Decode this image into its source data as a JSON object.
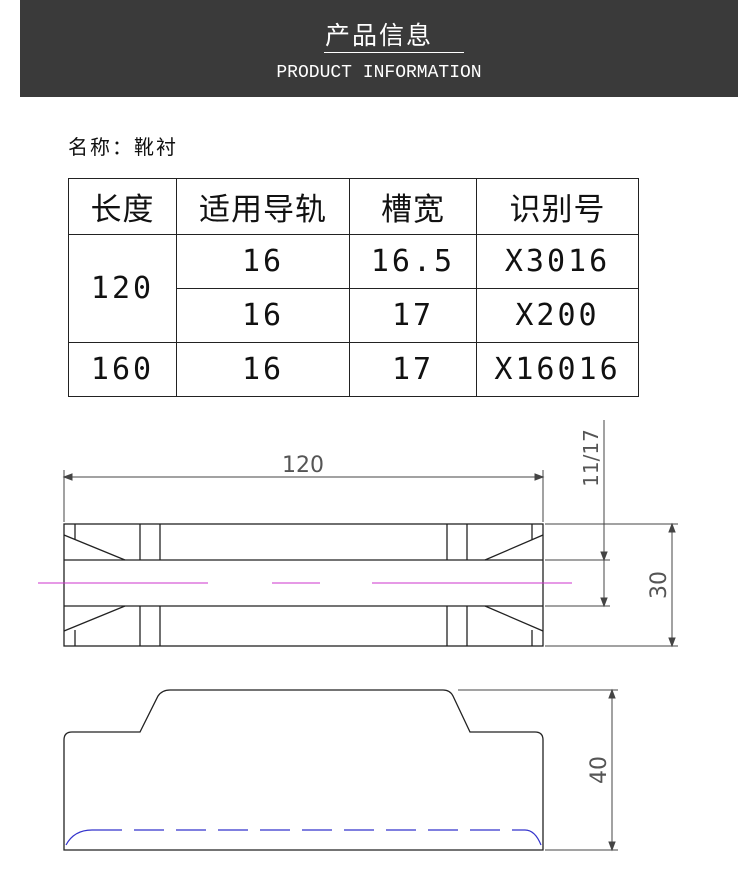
{
  "header": {
    "title": "产品信息",
    "subtitle": "PRODUCT INFORMATION"
  },
  "product": {
    "name_line": "名称：靴衬"
  },
  "table": {
    "headers": [
      "长度",
      "适用导轨",
      "槽宽",
      "识别号"
    ],
    "rows": [
      {
        "length": "120",
        "rail": "16",
        "slot": "16.5",
        "id": "X3016"
      },
      {
        "length": "120",
        "rail": "16",
        "slot": "17",
        "id": "X200"
      },
      {
        "length": "160",
        "rail": "16",
        "slot": "17",
        "id": "X16016"
      }
    ]
  },
  "drawing_labels": {
    "top_length": "120",
    "slot_widths": "11/17",
    "top_height": "30",
    "side_height": "40"
  },
  "colors": {
    "banner_bg": "#3a3a3a",
    "centerline": "#cc33cc",
    "hidden_line": "#3333cc",
    "outline": "#222222"
  }
}
